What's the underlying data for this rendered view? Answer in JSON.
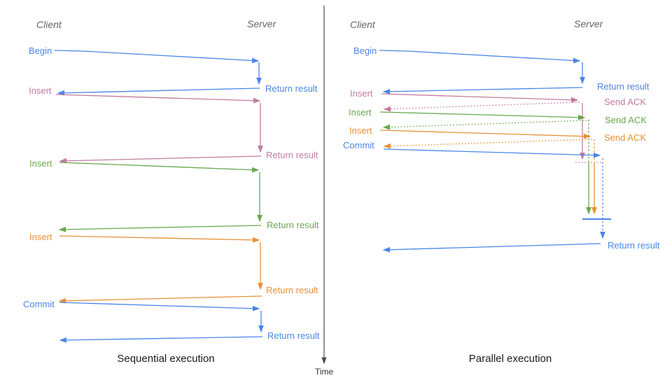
{
  "left": {
    "client": "Client",
    "server": "Server",
    "caption": "Sequential execution",
    "ops": [
      {
        "name": "Begin",
        "result": "Return result"
      },
      {
        "name": "Insert",
        "result": "Return result"
      },
      {
        "name": "Insert",
        "result": "Return result"
      },
      {
        "name": "Insert",
        "result": "Return result"
      },
      {
        "name": "Commit",
        "result": "Return result"
      }
    ]
  },
  "right": {
    "client": "Client",
    "server": "Server",
    "caption": "Parallel execution",
    "ops": [
      {
        "name": "Begin",
        "result": "Return result"
      },
      {
        "name": "Insert",
        "result": "Send ACK"
      },
      {
        "name": "Insert",
        "result": "Send ACK"
      },
      {
        "name": "Insert",
        "result": "Send ACK"
      },
      {
        "name": "Commit",
        "result": "Return result"
      }
    ]
  },
  "time_axis": {
    "label": "Time"
  },
  "colors": {
    "blue": "#4a86e8",
    "pink": "#c27ba0",
    "green": "#6aa84f",
    "orange": "#e69138",
    "axis": "#4d4d4d",
    "header_gray": "#666666"
  }
}
